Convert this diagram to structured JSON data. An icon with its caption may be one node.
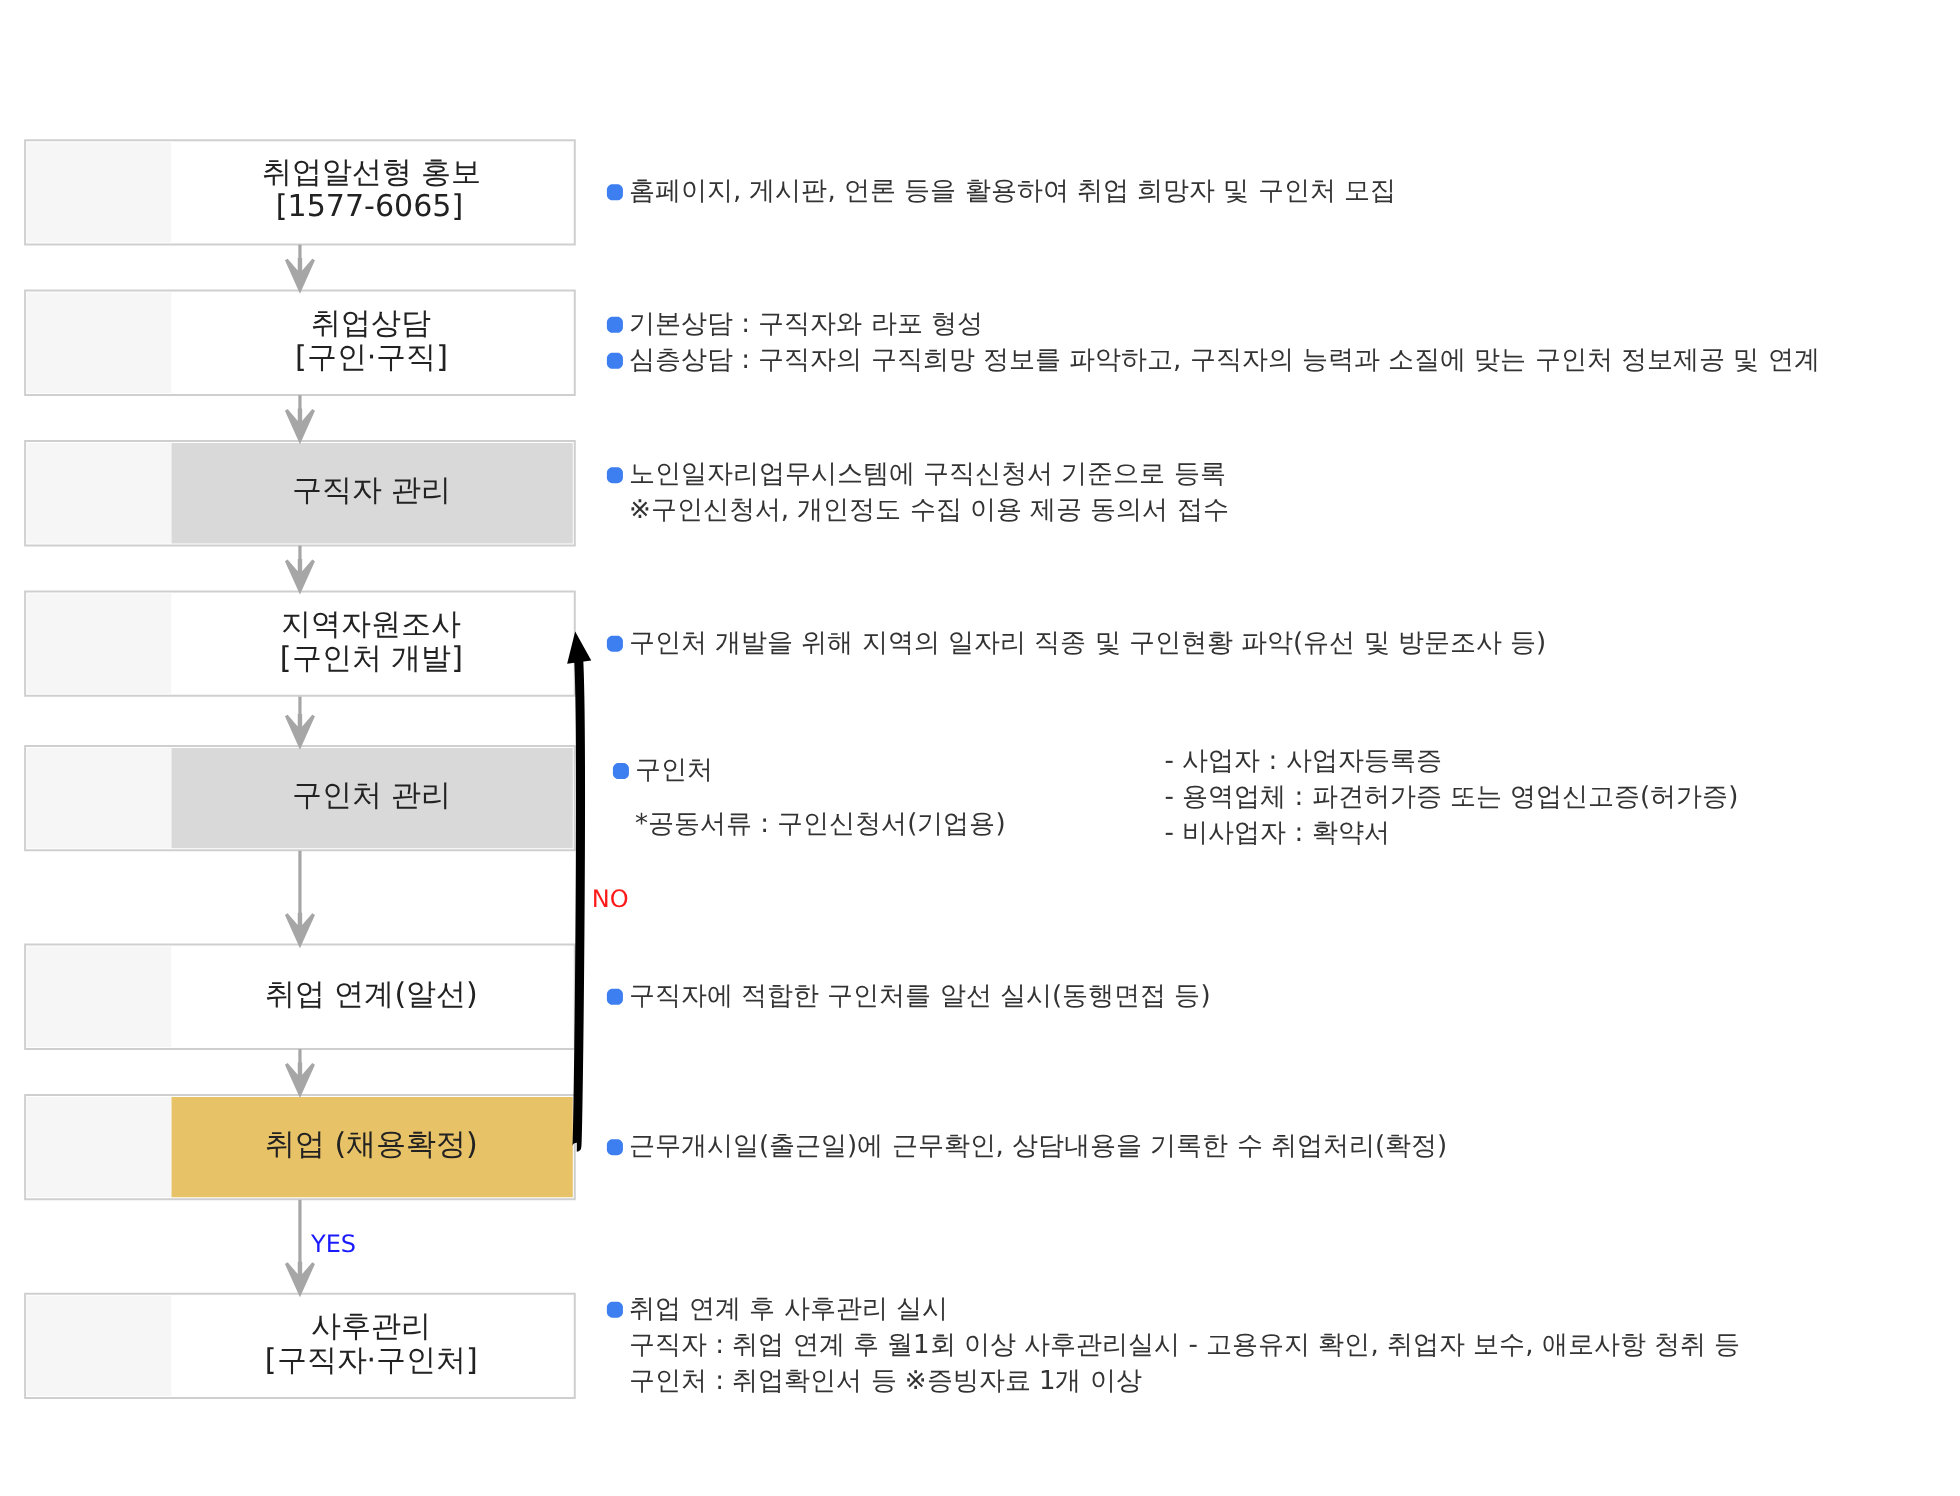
{
  "diagram": {
    "nodes": [
      {
        "text": [
          "취업알선형 홍보",
          "[1577-6065]"
        ],
        "beside": [
          "홈페이지, 게시판, 언론 등을 활용하여 취업 희망자 및 구인처 모집"
        ]
      },
      {
        "text": [
          "취업상담",
          "[구인·구직]"
        ],
        "beside": [
          "기본상담 : 구직자와 라포 형성",
          "심층상담 : 구직자의 구직희망 정보를 파악하고, 구직자의 능력과 소질에 맞는 구인처 정보제공 및 연계"
        ]
      },
      {
        "text": [
          "구직자 관리"
        ],
        "beside": [
          "노인일자리업무시스템에 구직신청서 기준으로 등록",
          "※구인신청서, 개인정도 수집 이용 제공 동의서 접수"
        ]
      },
      {
        "text": [
          "지역자원조사",
          "[구인처 개발]"
        ],
        "beside": [
          "구인처 개발을 위해 지역의 일자리 직종 및 구인현황 파악(유선 및 방문조사 등)"
        ]
      },
      {
        "text": [
          "구인처 관리"
        ],
        "beside": [
          "구인처",
          "*공동서류 : 구인신청서(기업용)",
          "- 사업자 : 사업자등록증",
          "- 용역업체 : 파견허가증 또는 영업신고증(허가증)",
          "- 비사업자 : 확약서"
        ]
      },
      {
        "text": [
          "취업 연계(알선)"
        ],
        "beside": [
          "구직자에 적합한 구인처를 알선 실시(동행면접 등)"
        ]
      },
      {
        "text": [
          "취업 (채용확정)"
        ],
        "beside": [
          "근무개시일(출근일)에 근무확인, 상담내용을 기록한 수 취업처리(확정)"
        ]
      },
      {
        "text": [
          "사후관리",
          "[구직자·구인처]"
        ],
        "beside": [
          "취업 연계 후 사후관리 실시",
          "구직자 : 취업 연계 후 월1회 이상 사후관리실시 - 고용유지 확인, 취업자 보수, 애로사항 청취 등",
          "구인처 : 취업확인서 등 ※증빙자료 1개 이상"
        ]
      }
    ],
    "edges": [
      {
        "from": 0,
        "to": 1,
        "arrow": "to"
      },
      {
        "from": 1,
        "to": 2,
        "arrow": "to"
      },
      {
        "from": 2,
        "to": 3,
        "arrow": "to"
      },
      {
        "from": 3,
        "to": 4,
        "arrow": "to"
      },
      {
        "from": 4,
        "to": 5,
        "arrow": "to"
      },
      {
        "from": 5,
        "to": 6,
        "arrow": "to"
      },
      {
        "from": 6,
        "to": 7,
        "arrow": "to",
        "label": "YES"
      },
      {
        "from": 6,
        "to": 3,
        "arrow": "to",
        "label": "NO",
        "style": "thick",
        "color": "#000000"
      }
    ]
  }
}
